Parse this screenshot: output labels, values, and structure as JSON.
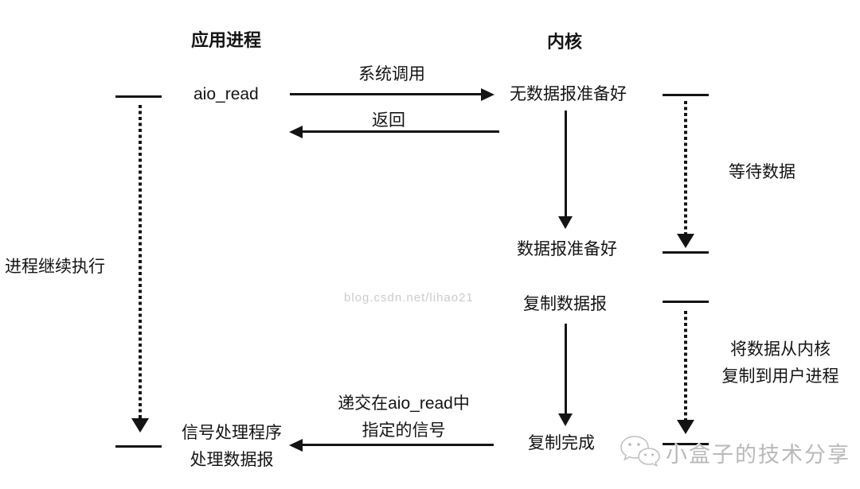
{
  "diagram": {
    "headers": {
      "left": "应用进程",
      "right": "内核"
    },
    "app": {
      "aio_read": "aio_read",
      "process_continues": "进程继续执行",
      "signal_handler_line1": "信号处理程序",
      "signal_handler_line2": "处理数据报"
    },
    "kernel": {
      "no_datagram_ready": "无数据报准备好",
      "datagram_ready": "数据报准备好",
      "copy_datagram": "复制数据报",
      "copy_complete": "复制完成",
      "wait_data": "等待数据",
      "copy_note_line1": "将数据从内核",
      "copy_note_line2": "复制到用户进程"
    },
    "arrows": {
      "system_call": "系统调用",
      "return": "返回",
      "deliver_signal_line1": "递交在aio_read中",
      "deliver_signal_line2": "指定的信号"
    },
    "watermarks": {
      "csdn": "blog.csdn.net/lihao21",
      "brand": "小盒子的技术分享"
    },
    "colors": {
      "ink": "#141414",
      "csdn_watermark": "#cbcbcb",
      "brand_watermark": "#b9b9b9"
    }
  }
}
